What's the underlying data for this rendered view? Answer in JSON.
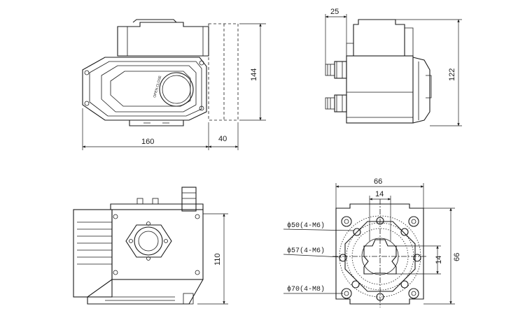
{
  "views": {
    "front": {
      "dim_width": "160",
      "dim_height": "144",
      "dim_cover": "40",
      "dial_text": "OPEN CLOSE"
    },
    "side": {
      "dim_offset": "25",
      "dim_height": "122"
    },
    "top": {
      "dim_height": "110"
    },
    "flange": {
      "dim_width": "66",
      "dim_height": "66",
      "dim_square_h": "14",
      "dim_square_v": "14",
      "pcd_50": "ϕ50(4-M6)",
      "pcd_57": "ϕ57(4-M6)",
      "pcd_70": "ϕ70(4-M8)"
    }
  },
  "colors": {
    "line": "#1a1a1a",
    "background": "#ffffff"
  }
}
